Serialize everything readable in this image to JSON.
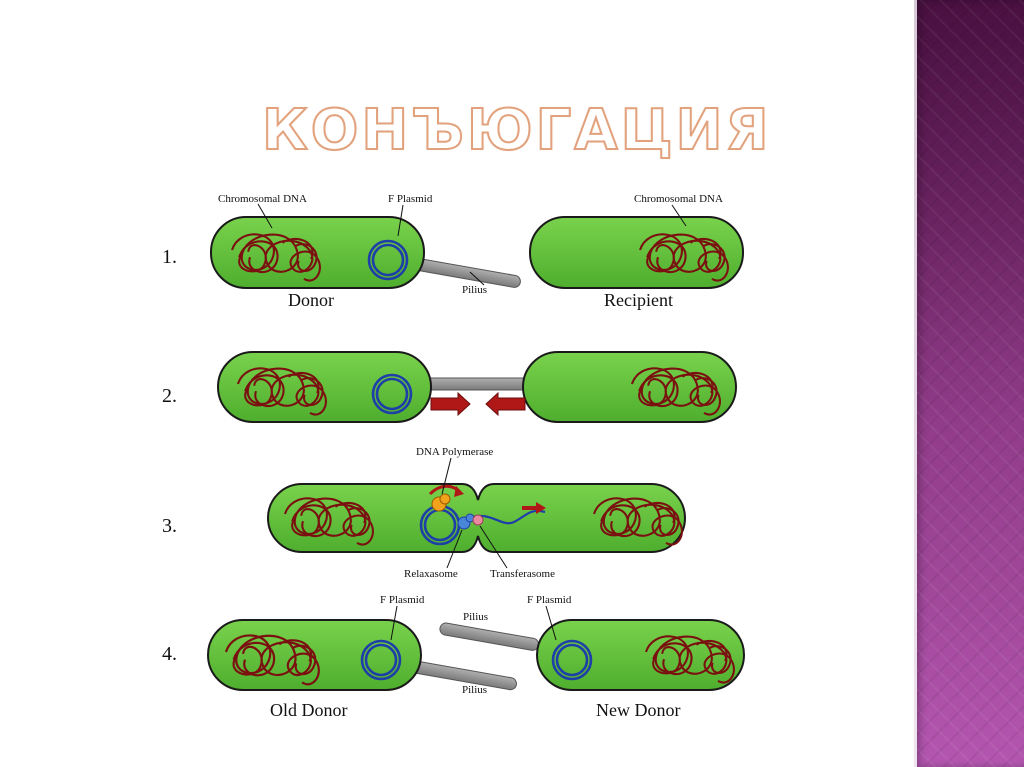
{
  "title": "КОНЪЮГАЦИЯ",
  "steps": [
    "1.",
    "2.",
    "3.",
    "4."
  ],
  "labels": {
    "chromosomal_dna": "Chromosomal DNA",
    "f_plasmid": "F Plasmid",
    "pilius": "Pilius",
    "donor": "Donor",
    "recipient": "Recipient",
    "dna_polymerase": "DNA Polymerase",
    "relaxasome": "Relaxasome",
    "transferasome": "Transferasome",
    "old_donor": "Old Donor",
    "new_donor": "New Donor"
  },
  "colors": {
    "cell_fill": "#5fbf3c",
    "cell_stroke": "#1a1a1a",
    "chromosome": "#7a1010",
    "plasmid": "#1e3fa8",
    "pilus": "#8f8f8f",
    "arrow": "#b01818",
    "polymerase": "#f3a21b",
    "relaxasome": "#4a86d8",
    "transferasome": "#e88aa0"
  }
}
